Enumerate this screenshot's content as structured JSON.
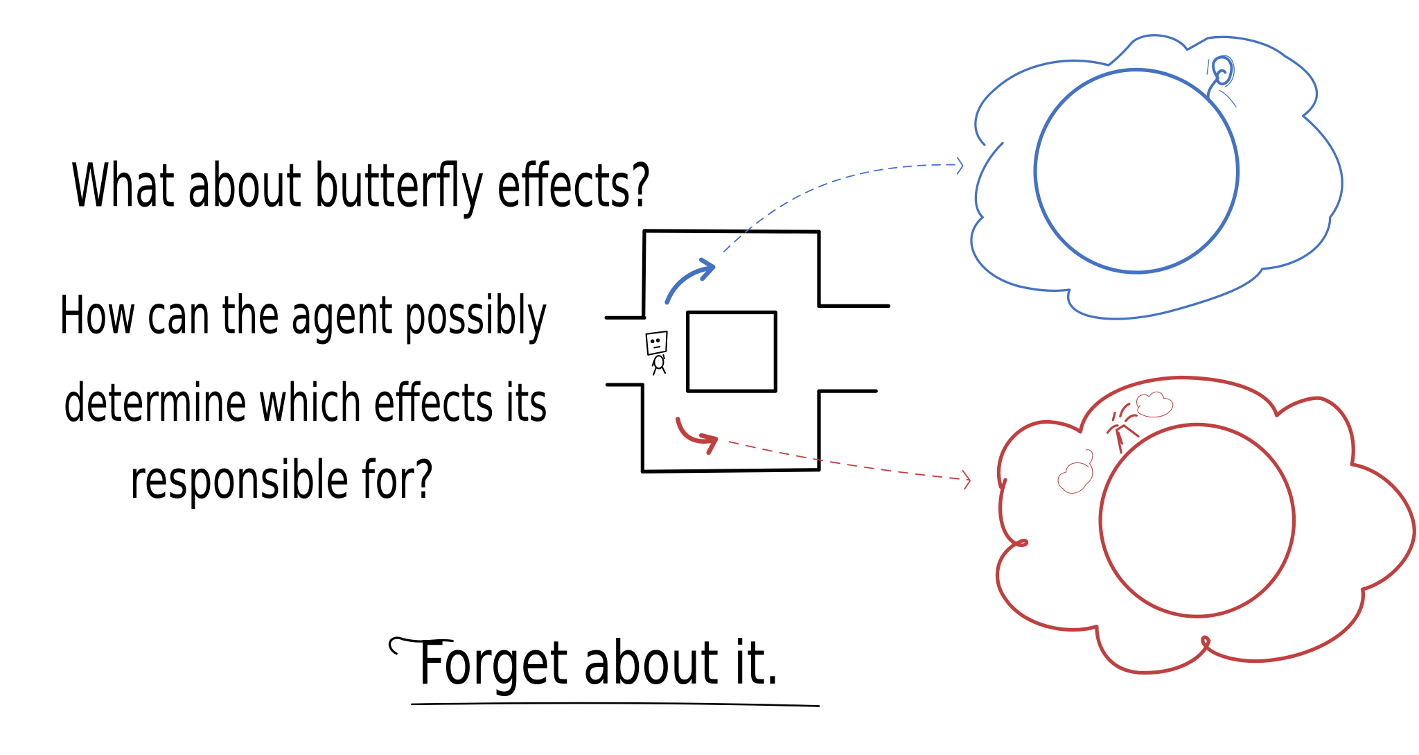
{
  "question": {
    "line1": "What about butterfly effects?",
    "line2": "How can the agent possibly",
    "line3": "determine which effects its",
    "line4": "responsible for?"
  },
  "answer": "Forget about it.",
  "colors": {
    "ink": "#000000",
    "good_outcome": "#4472c4",
    "bad_outcome": "#c04040"
  }
}
